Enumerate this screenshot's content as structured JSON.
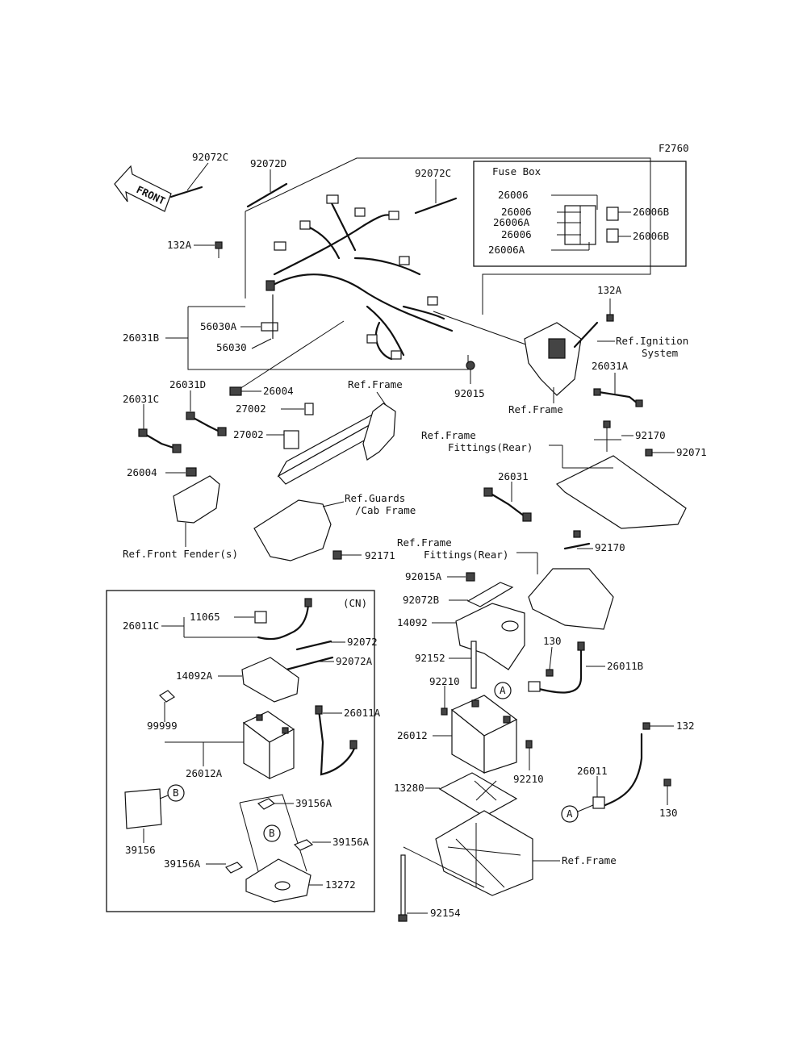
{
  "figure_code": "F2760",
  "front_label": "FRONT",
  "fuse_box": {
    "title": "Fuse Box",
    "labels_left": [
      "26006",
      "26006",
      "26006A",
      "26006",
      "26006A"
    ],
    "labels_right": [
      "26006B",
      "26006B"
    ]
  },
  "cn_label": "(CN)",
  "circle_markers": [
    "A",
    "A",
    "B",
    "B"
  ],
  "parts": {
    "p92072C_a": "92072C",
    "p92072D": "92072D",
    "p92072C_b": "92072C",
    "p132A_a": "132A",
    "p132A_b": "132A",
    "p26031B": "26031B",
    "p56030A": "56030A",
    "p56030": "56030",
    "p26004_a": "26004",
    "p92015": "92015",
    "p26031D": "26031D",
    "p26031C": "26031C",
    "p27002_a": "27002",
    "p27002_b": "27002",
    "p26004_b": "26004",
    "p26031A": "26031A",
    "p92170_a": "92170",
    "p92071": "92071",
    "p26031": "26031",
    "p92171": "92171",
    "p92170_b": "92170",
    "p92015A": "92015A",
    "p92072B": "92072B",
    "p14092": "14092",
    "p92152": "92152",
    "p130_a": "130",
    "p26011B": "26011B",
    "p92210_a": "92210",
    "p26012": "26012",
    "p92210_b": "92210",
    "p132": "132",
    "p26011": "26011",
    "p13280": "13280",
    "p130_b": "130",
    "p92154": "92154",
    "p26011C": "26011C",
    "p11065": "11065",
    "p92072": "92072",
    "p92072A": "92072A",
    "p14092A": "14092A",
    "p26011A": "26011A",
    "p99999": "99999",
    "p26012A": "26012A",
    "p39156A_a": "39156A",
    "p39156A_b": "39156A",
    "p39156A_c": "39156A",
    "p39156": "39156",
    "p13272": "13272"
  },
  "refs": {
    "ignition_1": "Ref.Ignition",
    "ignition_2": "System",
    "frame_top": "Ref.Frame",
    "frame_center": "Ref.Frame",
    "fittings_a1": "Ref.Frame",
    "fittings_a2": "Fittings(Rear)",
    "guards_1": "Ref.Guards",
    "guards_2": "/Cab Frame",
    "front_fender": "Ref.Front Fender(s)",
    "fittings_b1": "Ref.Frame",
    "fittings_b2": "Fittings(Rear)",
    "frame_bottom": "Ref.Frame"
  }
}
